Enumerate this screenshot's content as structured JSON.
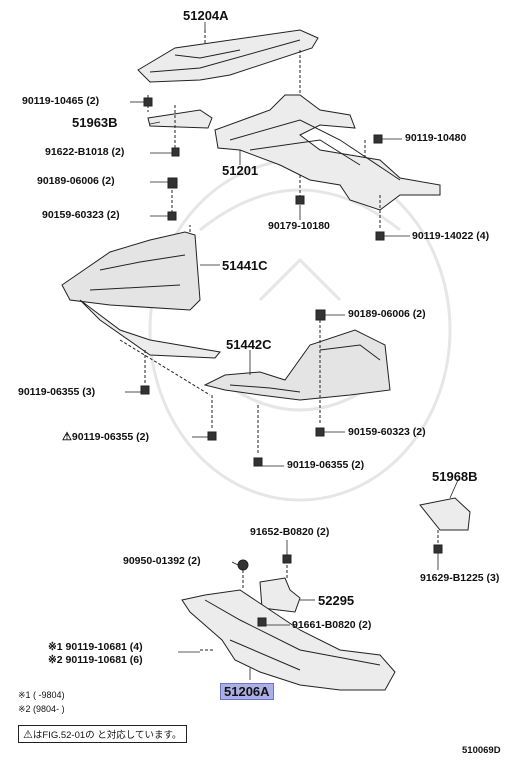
{
  "parts": {
    "p51204A": "51204A",
    "p90119_10465": "90119-10465 (2)",
    "p51963B": "51963B",
    "p91622_B1018": "91622-B1018 (2)",
    "p90189_06006_a": "90189-06006 (2)",
    "p90159_60323_a": "90159-60323 (2)",
    "p90119_10480": "90119-10480",
    "p51201": "51201",
    "p90179_10180": "90179-10180",
    "p90119_14022": "90119-14022 (4)",
    "p51441C": "51441C",
    "p90189_06006_b": "90189-06006 (2)",
    "p51442C": "51442C",
    "p90119_06355_a": "90119-06355 (3)",
    "p90119_06355_b": "90119-06355 (2)",
    "p90159_60323_b": "90159-60323 (2)",
    "p90119_06355_c": "90119-06355 (2)",
    "p51968B": "51968B",
    "p91652_B0820": "91652-B0820 (2)",
    "p90950_01392": "90950-01392 (2)",
    "p52295": "52295",
    "p91661_B0820": "91661-B0820 (2)",
    "p90119_10681_1": "※1 90119-10681 (4)",
    "p90119_10681_2": "※2 90119-10681 (6)",
    "p51206A": "51206A",
    "p91629_B1225": "91629-B1225 (3)"
  },
  "notes": {
    "n1": "※1 (    -9804)",
    "n2": "※2 (9804-     )",
    "footer": "はFIG.52-01の    と対応しています。",
    "code": "510069D"
  },
  "colors": {
    "highlight": "#aab0e6",
    "line": "#222222"
  }
}
